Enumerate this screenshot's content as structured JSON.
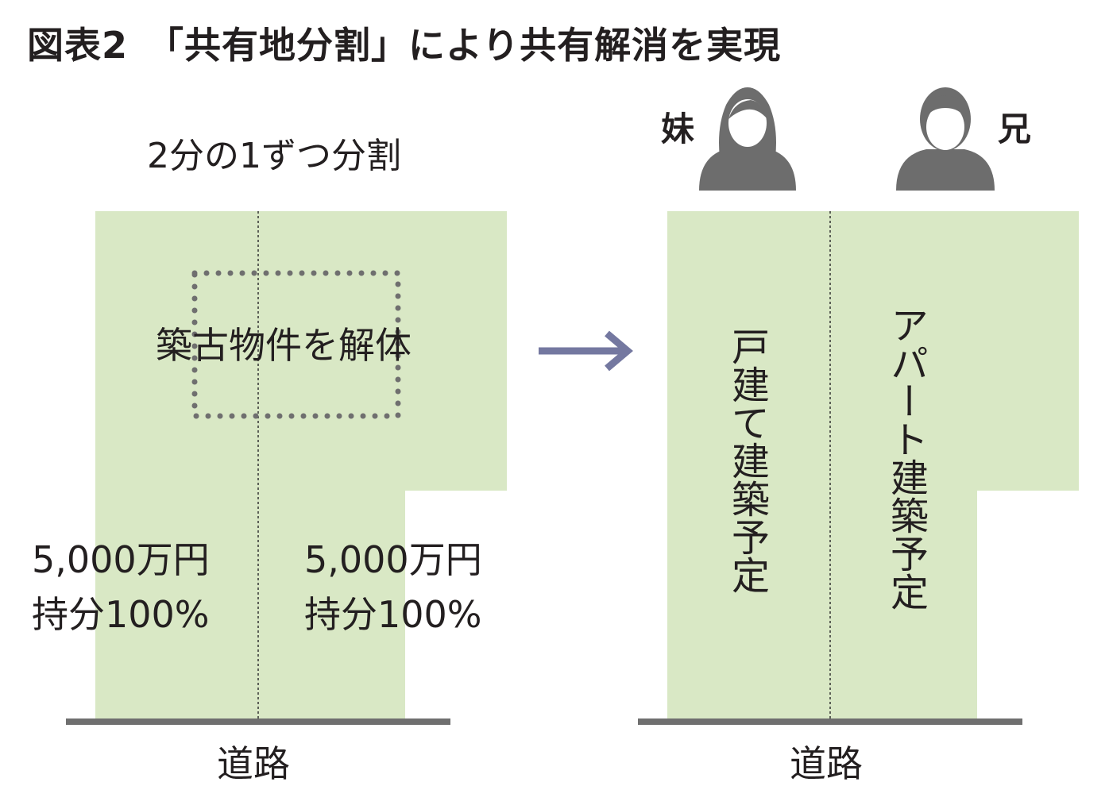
{
  "title": "図表2　「共有地分割」により共有解消を実現",
  "left": {
    "subtitle": "2分の1ずつ分割",
    "building": "築古物件を解体",
    "parcel_a": {
      "price": "5,000万円",
      "share": "持分100%"
    },
    "parcel_b": {
      "price": "5,000万円",
      "share": "持分100%"
    },
    "road": "道路"
  },
  "right": {
    "sister": "妹",
    "brother": "兄",
    "plan_sister": "戸建て建築予定",
    "plan_brother": "アパート建築予定",
    "road": "道路"
  },
  "colors": {
    "land": "#d9e8c5",
    "road": "#6f6f6f",
    "dotted": "#6f6f6f",
    "arrow": "#7478a0",
    "person": "#6d6d6d"
  },
  "icons": [
    "female-person-icon",
    "male-person-icon",
    "right-arrow-icon"
  ]
}
